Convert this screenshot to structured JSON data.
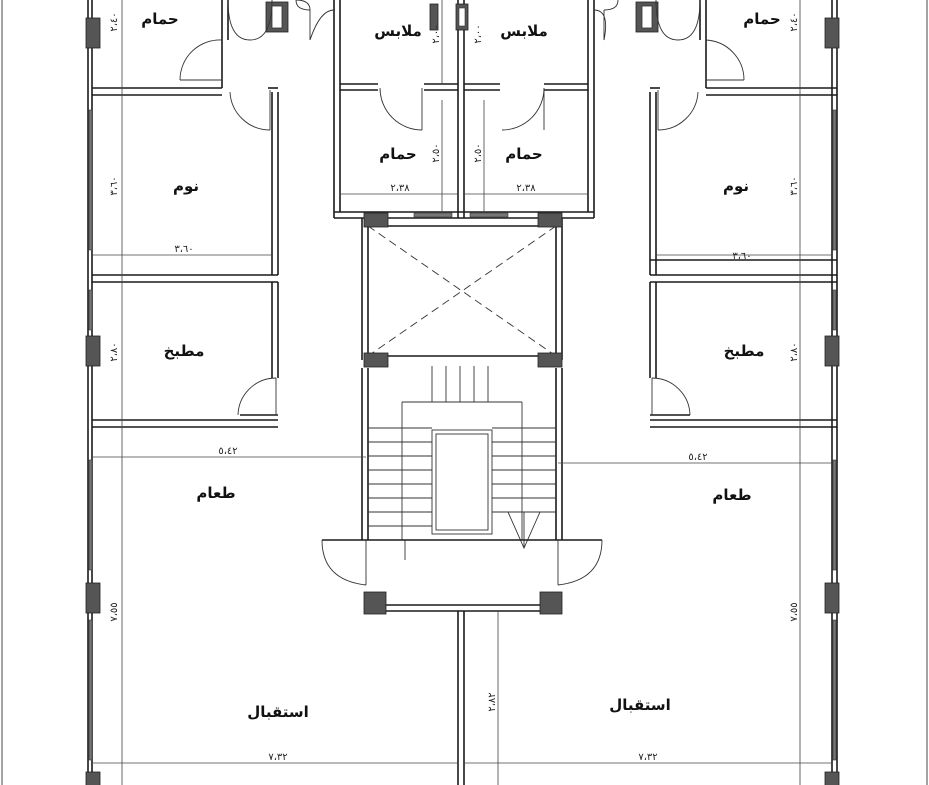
{
  "rooms": {
    "bath_top_left": "حمام",
    "bath_top_right": "حمام",
    "dressing_left": "ملابس",
    "dressing_right": "ملابس",
    "bath_mid_left": "حمام",
    "bath_mid_right": "حمام",
    "bedroom_left": "نوم",
    "bedroom_right": "نوم",
    "kitchen_left": "مطبخ",
    "kitchen_right": "مطبخ",
    "dining_left": "طعام",
    "dining_right": "طعام",
    "reception_left": "استقبال",
    "reception_right": "استقبال"
  },
  "dimensions": {
    "bath_top_left_v": "٢،٤٠",
    "bath_top_right_v": "٢،٤٠",
    "dressing_left_v": "٢،٠٠",
    "dressing_right_v": "٢،٠٠",
    "bath_mid_left_v": "٢،٥٠",
    "bath_mid_right_v": "٢،٥٠",
    "bath_mid_left_h": "٢،٣٨",
    "bath_mid_right_h": "٢،٣٨",
    "bedroom_left_v": "٣،٦٠",
    "bedroom_right_v": "٣،٦٠",
    "bedroom_left_h": "٣،٦٠",
    "bedroom_right_h": "٣،٦٠",
    "kitchen_left_v": "٢،٨٠",
    "kitchen_right_v": "٢،٨٠",
    "dining_left_h": "٥،٤٢",
    "dining_right_h": "٥،٤٢",
    "reception_left_v": "٧،٥٥",
    "reception_right_v": "٧،٥٥",
    "corridor_v": "٢،٨٢",
    "reception_left_h": "٧،٣٢",
    "reception_right_h": "٧،٣٢"
  }
}
